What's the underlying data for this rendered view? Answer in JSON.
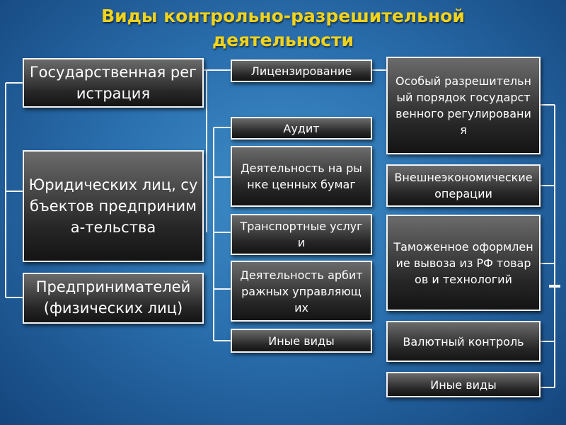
{
  "title": {
    "line1": "Виды контрольно-разрешительной",
    "line2": "деятельности"
  },
  "left": {
    "state_registration": "Государственная регистрация",
    "legal_entities": "Юридических лиц, субъектов предпринима-тельства",
    "individual_entrepreneurs": "Предпринимателей (физических лиц)"
  },
  "middle": {
    "licensing": "Лицензирование",
    "audit": "Аудит",
    "securities_market": "Деятельность на рынке ценных бумаг",
    "transport_services": "Транспортные услуги",
    "arbitration_managers": "Деятельность арбитражных управляющих",
    "other_types": "Иные виды"
  },
  "right": {
    "special_permit_order": "Особый разрешительный порядок государственного регулирования",
    "foreign_economic": "Внешнеэкономические операции",
    "customs_clearance": "Таможенное оформление вывоза из РФ товаров и технологий",
    "currency_control": "Валютный контроль",
    "other_types": "Иные виды"
  },
  "colors": {
    "title": "#f2d21b",
    "box_text": "#ffffff",
    "connector": "#f4f4f4"
  }
}
